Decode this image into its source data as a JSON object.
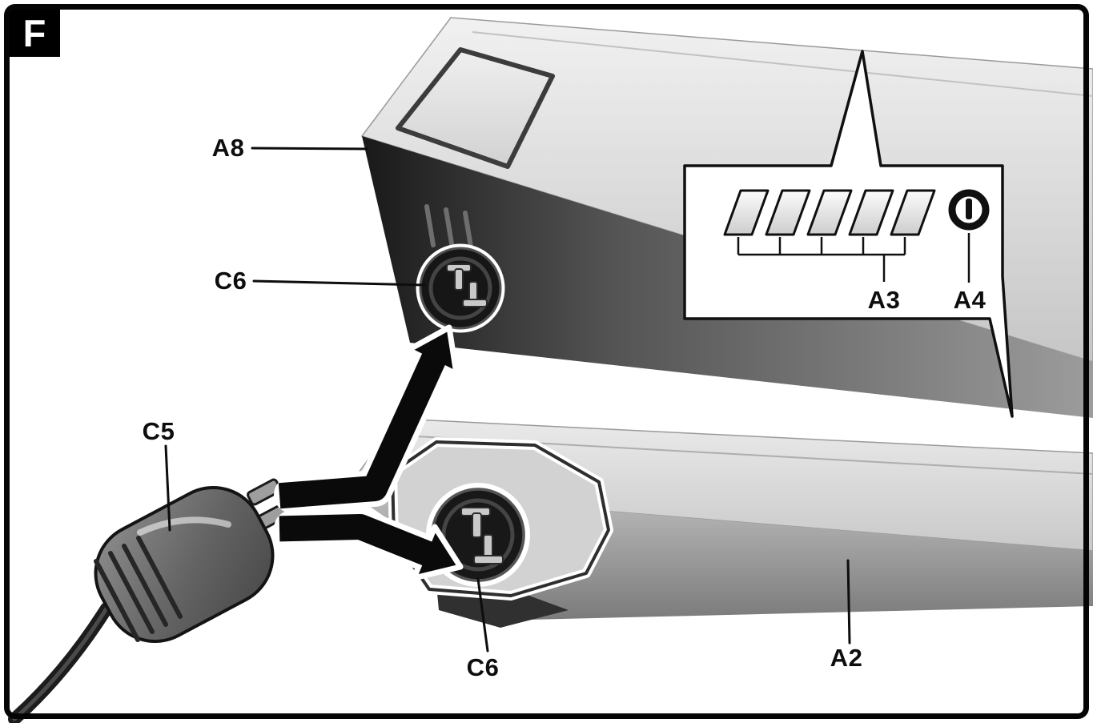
{
  "figure": {
    "tag": "F",
    "description": "Exploded diagram: charger plug connecting to charging sockets of two battery packs, with charge-level indicator inset",
    "labels": {
      "a8": "A8",
      "c6_upper": "C6",
      "c5": "C5",
      "c6_lower": "C6",
      "a2": "A2",
      "a3": "A3",
      "a4": "A4"
    },
    "indicator": {
      "segments": 5,
      "power_icon": "power-button"
    },
    "colors": {
      "ink": "#0d0d0d",
      "background": "#ffffff",
      "battery_top": "#d9d9d9",
      "battery_front_dark": "#1c1c1c",
      "battery_front_mid": "#9c9c9c"
    }
  }
}
